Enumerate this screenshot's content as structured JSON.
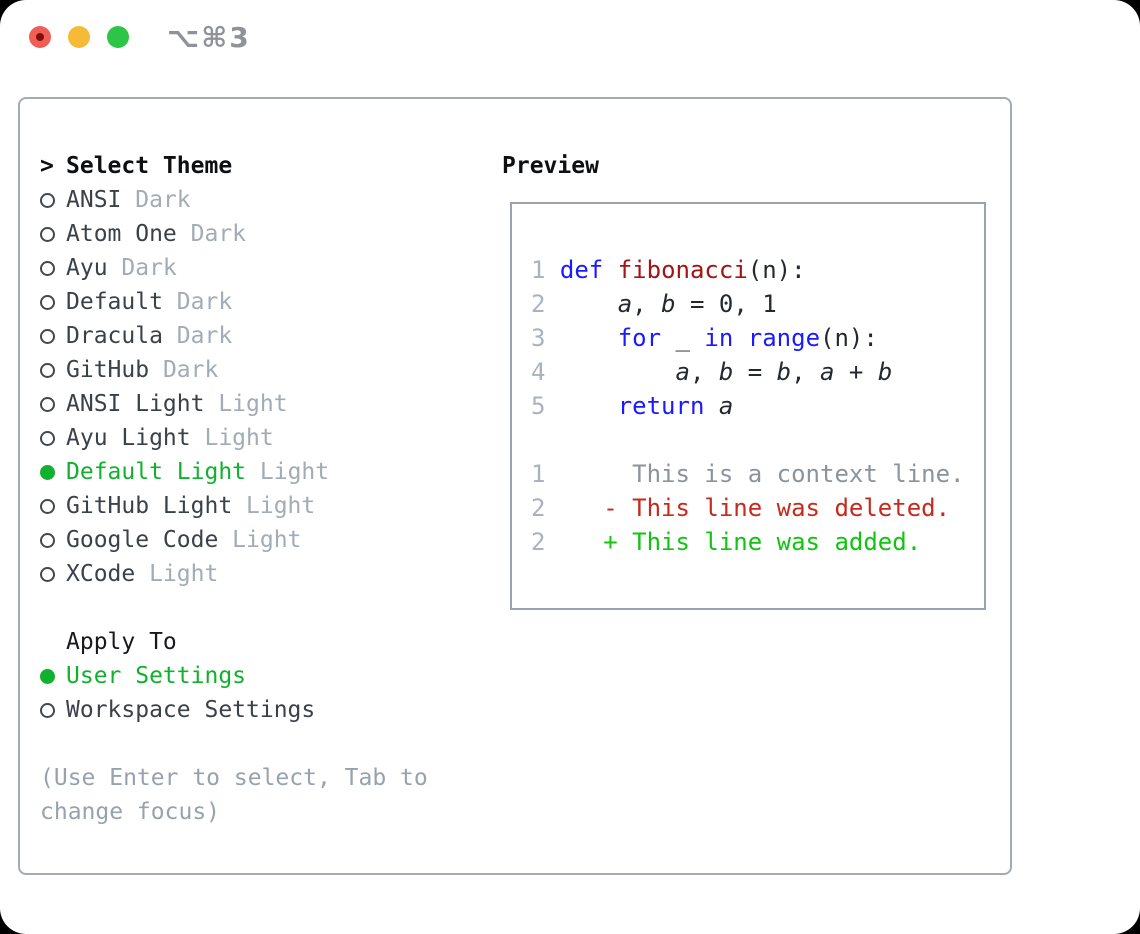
{
  "window": {
    "title": "⌥⌘3"
  },
  "titlebar": {
    "buttons": [
      "close",
      "minimize",
      "zoom"
    ]
  },
  "theme_select": {
    "prompt": ">",
    "header": "Select Theme",
    "items": [
      {
        "name": "ANSI",
        "variant": "Dark",
        "selected": false
      },
      {
        "name": "Atom One",
        "variant": "Dark",
        "selected": false
      },
      {
        "name": "Ayu",
        "variant": "Dark",
        "selected": false
      },
      {
        "name": "Default",
        "variant": "Dark",
        "selected": false
      },
      {
        "name": "Dracula",
        "variant": "Dark",
        "selected": false
      },
      {
        "name": "GitHub",
        "variant": "Dark",
        "selected": false
      },
      {
        "name": "ANSI Light",
        "variant": "Light",
        "selected": false
      },
      {
        "name": "Ayu Light",
        "variant": "Light",
        "selected": false
      },
      {
        "name": "Default Light",
        "variant": "Light",
        "selected": true
      },
      {
        "name": "GitHub Light",
        "variant": "Light",
        "selected": false
      },
      {
        "name": "Google Code",
        "variant": "Light",
        "selected": false
      },
      {
        "name": "XCode",
        "variant": "Light",
        "selected": false
      }
    ]
  },
  "apply_to": {
    "header": "Apply To",
    "options": [
      {
        "label": "User Settings",
        "selected": true
      },
      {
        "label": "Workspace Settings",
        "selected": false
      }
    ]
  },
  "help": "(Use Enter to select, Tab to change focus)",
  "preview": {
    "header": "Preview",
    "code_lines": [
      {
        "num": "1",
        "segments": [
          {
            "t": "def",
            "c": "kw"
          },
          {
            "t": " "
          },
          {
            "t": "fibonacci",
            "c": "fn"
          },
          {
            "t": "(n):"
          }
        ]
      },
      {
        "num": "2",
        "segments": [
          {
            "t": "    "
          },
          {
            "t": "a",
            "c": "v"
          },
          {
            "t": ", "
          },
          {
            "t": "b",
            "c": "v"
          },
          {
            "t": " = 0, 1"
          }
        ]
      },
      {
        "num": "3",
        "segments": [
          {
            "t": "    "
          },
          {
            "t": "for",
            "c": "kw"
          },
          {
            "t": " _ "
          },
          {
            "t": "in",
            "c": "kw"
          },
          {
            "t": " "
          },
          {
            "t": "range",
            "c": "kw"
          },
          {
            "t": "(n):"
          }
        ]
      },
      {
        "num": "4",
        "segments": [
          {
            "t": "        "
          },
          {
            "t": "a",
            "c": "v"
          },
          {
            "t": ", "
          },
          {
            "t": "b",
            "c": "v"
          },
          {
            "t": " = "
          },
          {
            "t": "b",
            "c": "v"
          },
          {
            "t": ", "
          },
          {
            "t": "a",
            "c": "v"
          },
          {
            "t": " + "
          },
          {
            "t": "b",
            "c": "v"
          }
        ]
      },
      {
        "num": "5",
        "segments": [
          {
            "t": "    "
          },
          {
            "t": "return",
            "c": "kw"
          },
          {
            "t": " "
          },
          {
            "t": "a",
            "c": "v"
          }
        ]
      }
    ],
    "diff_lines": [
      {
        "num": "1",
        "sign": " ",
        "text": "This is a context line.",
        "kind": "context"
      },
      {
        "num": "2",
        "sign": "-",
        "text": "This line was deleted.",
        "kind": "deleted"
      },
      {
        "num": "2",
        "sign": "+",
        "text": "This line was added.",
        "kind": "added"
      }
    ]
  },
  "colors": {
    "accent_green": "#12b12d",
    "keyword_blue": "#1a1aff",
    "function_red": "#a31414",
    "diff_deleted": "#c52a1c",
    "diff_added": "#10c410",
    "muted_gray": "#a2abb6",
    "panel_border": "#a4aab6",
    "traffic_red": "#f15e57",
    "traffic_yellow": "#f6bb36",
    "traffic_green": "#2cc545"
  }
}
